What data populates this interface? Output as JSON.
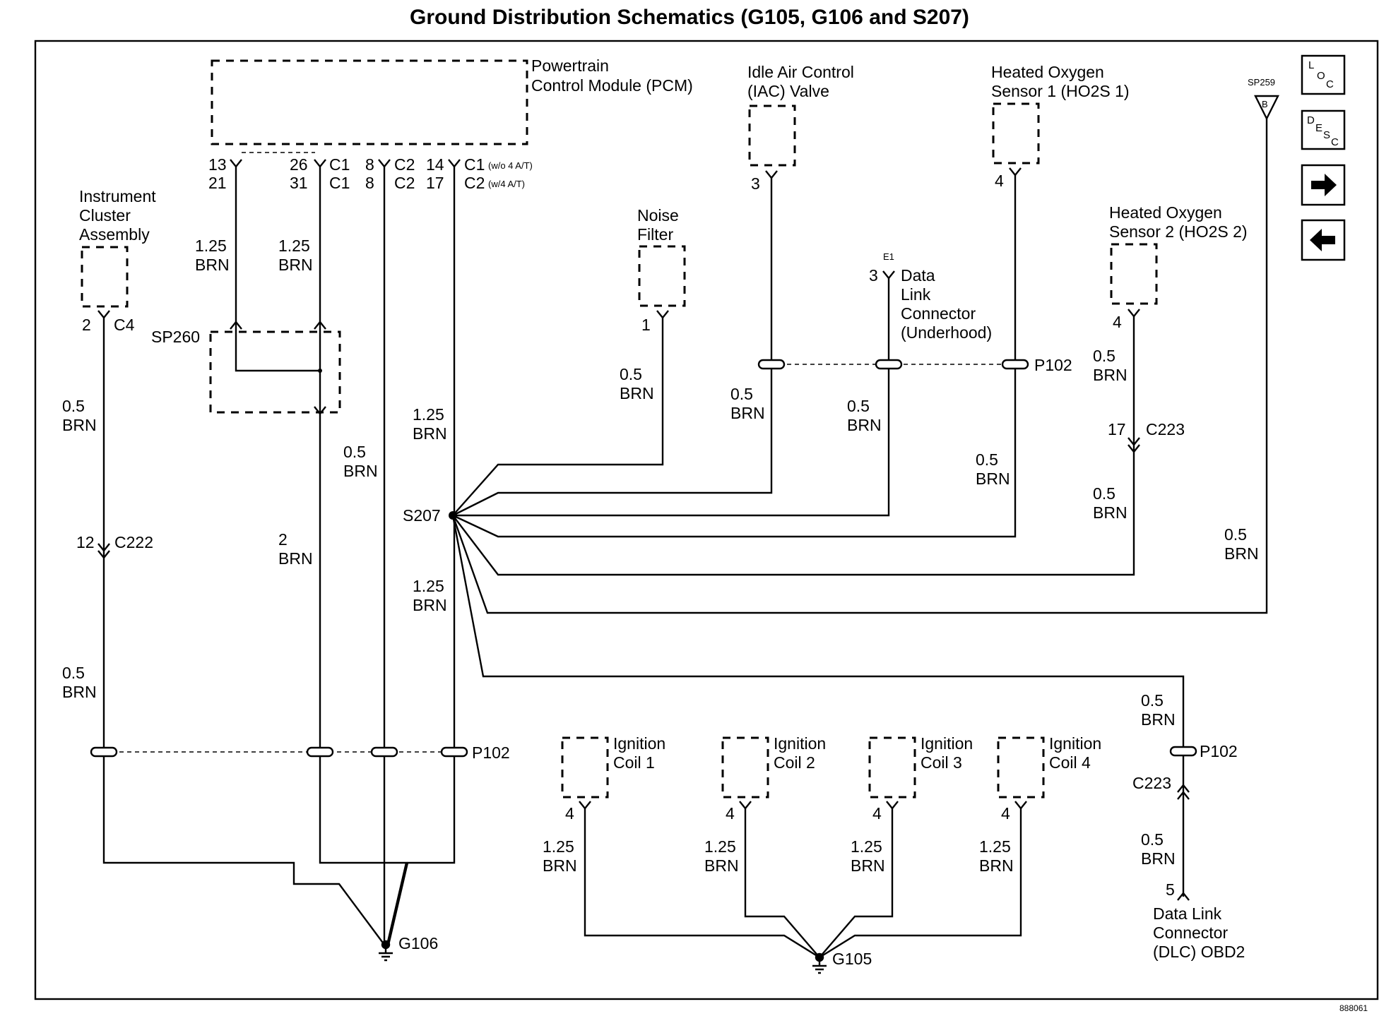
{
  "title": "Ground Distribution Schematics (G105, G106 and S207)",
  "components": {
    "pcm": [
      "Powertrain",
      "Control Module (PCM)"
    ],
    "iac": [
      "Idle Air Control",
      "(IAC) Valve"
    ],
    "ho2s1": [
      "Heated Oxygen",
      "Sensor 1 (HO2S 1)"
    ],
    "ho2s2": [
      "Heated Oxygen",
      "Sensor 2 (HO2S 2)"
    ],
    "noise": [
      "Noise",
      "Filter"
    ],
    "cluster": [
      "Instrument",
      "Cluster",
      "Assembly"
    ],
    "dlc_under": [
      "Data",
      "Link",
      "Connector",
      "(Underhood)"
    ],
    "coil1": [
      "Ignition",
      "Coil 1"
    ],
    "coil2": [
      "Ignition",
      "Coil 2"
    ],
    "coil3": [
      "Ignition",
      "Coil 3"
    ],
    "coil4": [
      "Ignition",
      "Coil 4"
    ],
    "dlc": [
      "Data Link",
      "Connector",
      "(DLC) OBD2"
    ]
  },
  "pcm_pins": {
    "row1": [
      "13",
      "26",
      "C1",
      "8",
      "C2",
      "14",
      "C1"
    ],
    "row1_note": "(w/o 4 A/T)",
    "row2": [
      "21",
      "31",
      "C1",
      "8",
      "C2",
      "17",
      "C2"
    ],
    "row2_note": "(w/4 A/T)"
  },
  "pins": {
    "iac": "3",
    "ho2s1": "4",
    "ho2s2": "4",
    "noise": "1",
    "dlc_under": "3",
    "dlc_under_tag": "E1",
    "cluster": "2",
    "cluster_conn": "C4",
    "c222": "12",
    "c223": "17",
    "coil1": "4",
    "coil2": "4",
    "coil3": "4",
    "coil4": "4",
    "dlc": "5"
  },
  "connectors": {
    "c222": "C222",
    "c223": "C223",
    "c223b": "C223",
    "p102": "P102"
  },
  "splices": {
    "sp260": "SP260",
    "sp259": "SP259",
    "sp259_tag": "B",
    "s207": "S207"
  },
  "grounds": {
    "g106": "G106",
    "g105": "G105"
  },
  "wires": {
    "w_125": "1.25",
    "w_05": "0.5",
    "w_2": "2",
    "color": "BRN"
  },
  "nav": {
    "loc": [
      "L",
      "O",
      "C"
    ],
    "desc": [
      "D",
      "E",
      "S",
      "C"
    ]
  },
  "figure_id": "888061"
}
